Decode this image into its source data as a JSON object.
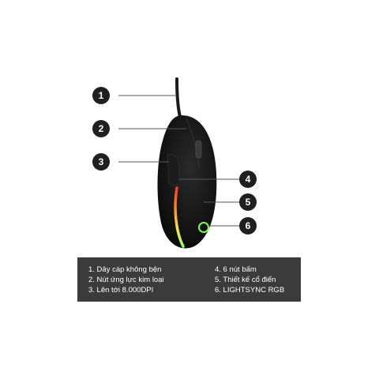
{
  "callouts": [
    {
      "number": "1",
      "name": "Dây cáp không bện"
    },
    {
      "number": "2",
      "name": "Nút ứng lực kim loại"
    },
    {
      "number": "3",
      "name": "Lên tới 8.000DPI"
    },
    {
      "number": "4",
      "name": "6 nút bấm"
    },
    {
      "number": "5",
      "name": "Thiết kế cổ điển"
    },
    {
      "number": "6",
      "name": "LIGHTSYNC RGB"
    }
  ],
  "legend": {
    "left": [
      "1. Dây cáp không bện",
      "2. Nút ứng lực kim loại",
      "3. Lên tới 8.000DPI"
    ],
    "right": [
      "4. 6 nút bấm",
      "5. Thiết kế cổ điển",
      "6. LIGHTSYNC RGB"
    ]
  },
  "colors": {
    "badge": "#1f1f1f",
    "legend_background": "#3b3b3b",
    "mouse_body": "#0d0d0d",
    "leader_line": "#555555"
  }
}
